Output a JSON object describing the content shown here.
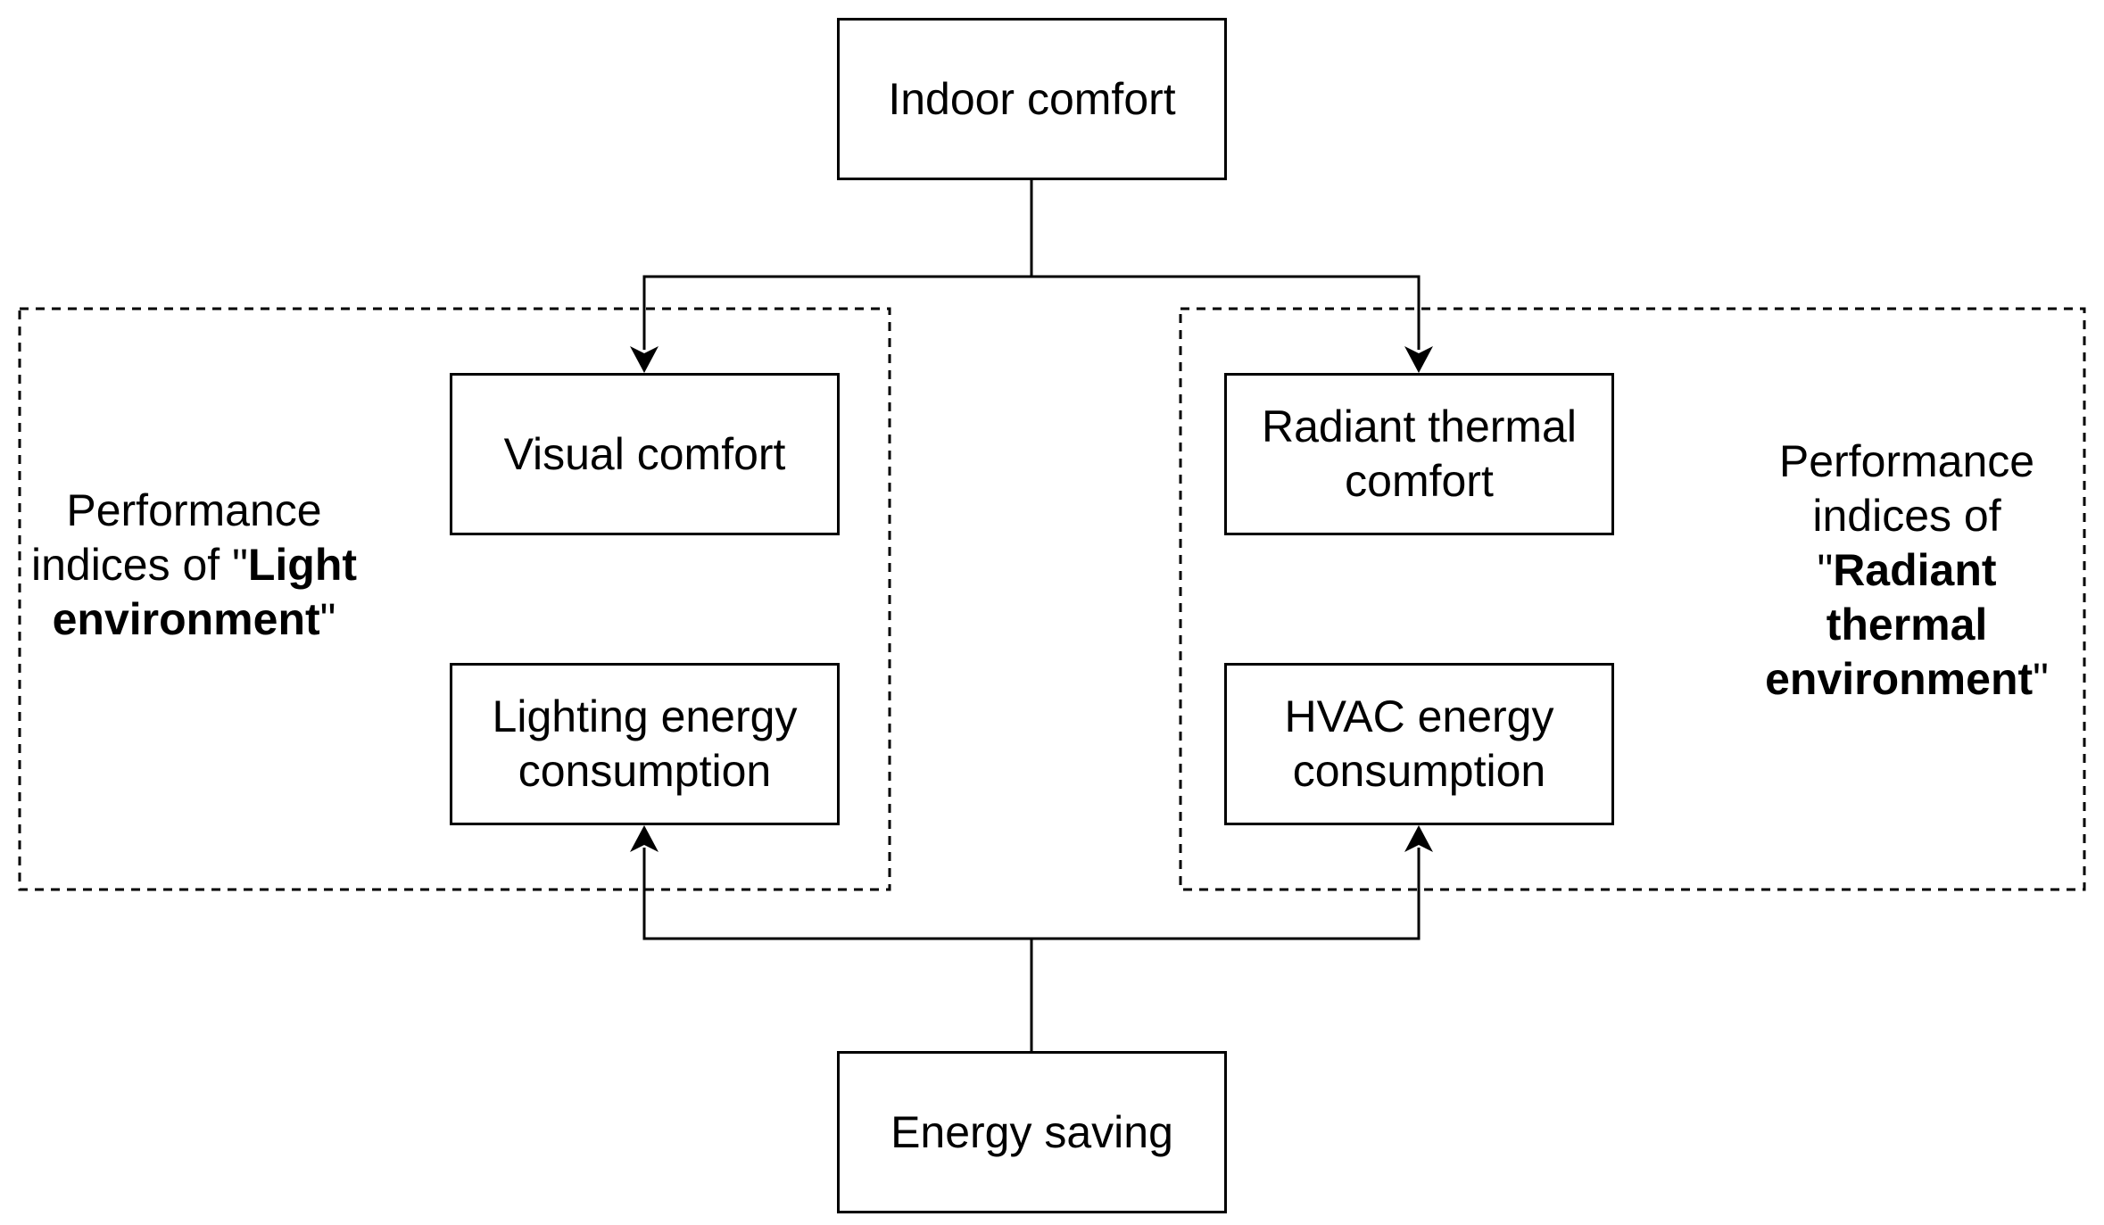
{
  "nodes": {
    "indoor_comfort": "Indoor comfort",
    "visual_comfort": "Visual comfort",
    "lighting_energy": [
      "Lighting energy",
      "consumption"
    ],
    "radiant_thermal": [
      "Radiant thermal",
      "comfort"
    ],
    "hvac_energy": [
      "HVAC energy",
      "consumption"
    ],
    "energy_saving": "Energy saving"
  },
  "groups": {
    "light": {
      "line1": "Performance",
      "line2_prefix": "indices of \"",
      "line2_bold": "Light",
      "line3_bold": "environment",
      "line3_suffix": "\""
    },
    "radiant": {
      "line1": "Performance",
      "line2": "indices of",
      "line3_prefix": "\"",
      "line3_bold": "Radiant",
      "line4_bold": "thermal",
      "line5_bold": "environment",
      "line5_suffix": "\""
    }
  },
  "colors": {
    "stroke": "#000000",
    "background": "#ffffff"
  }
}
